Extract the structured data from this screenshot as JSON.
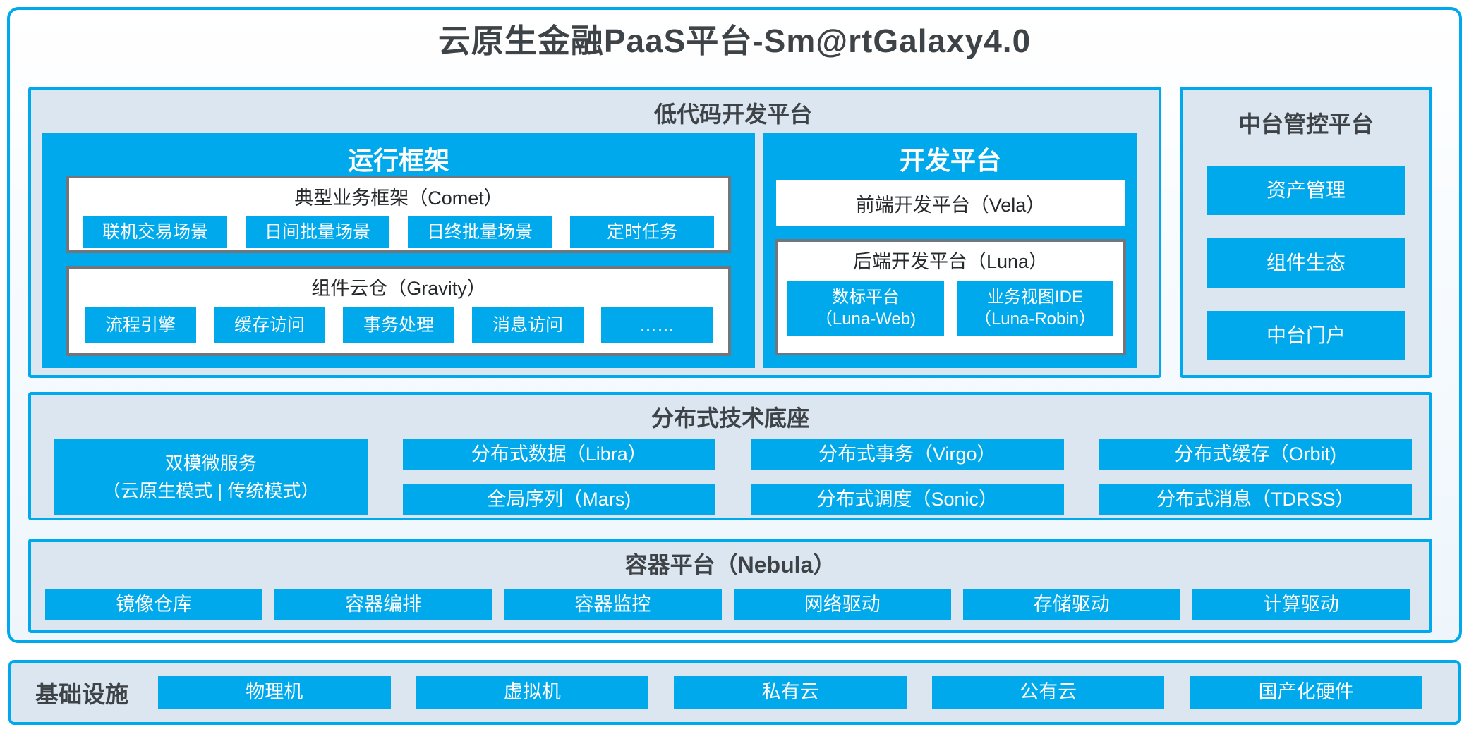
{
  "title": "云原生金融PaaS平台-Sm@rtGalaxy4.0",
  "colors": {
    "accent_blue": "#00A9EC",
    "panel_bg": "#DCE6F1",
    "gray_border": "#71767C",
    "dark_text": "#3E4347"
  },
  "lowcode": {
    "title": "低代码开发平台",
    "runtime": {
      "title": "运行框架",
      "comet": {
        "title": "典型业务框架（Comet）",
        "items": [
          "联机交易场景",
          "日间批量场景",
          "日终批量场景",
          "定时任务"
        ]
      },
      "gravity": {
        "title": "组件云仓（Gravity）",
        "items": [
          "流程引擎",
          "缓存访问",
          "事务处理",
          "消息访问",
          "……"
        ]
      }
    },
    "dev": {
      "title": "开发平台",
      "vela": "前端开发平台（Vela）",
      "luna": {
        "title": "后端开发平台（Luna）",
        "items": [
          {
            "line1": "数标平台",
            "line2": "（Luna-Web)"
          },
          {
            "line1": "业务视图IDE",
            "line2": "（Luna-Robin）"
          }
        ]
      }
    }
  },
  "midplatform": {
    "title": "中台管控平台",
    "items": [
      "资产管理",
      "组件生态",
      "中台门户"
    ]
  },
  "distributed": {
    "title": "分布式技术底座",
    "dual": {
      "line1": "双模微服务",
      "line2": "（云原生模式 | 传统模式）"
    },
    "columns": [
      [
        "分布式数据（Libra）",
        "全局序列（Mars)"
      ],
      [
        "分布式事务（Virgo）",
        "分布式调度（Sonic）"
      ],
      [
        "分布式缓存（Orbit)",
        "分布式消息（TDRSS）"
      ]
    ]
  },
  "container": {
    "title": "容器平台（Nebula）",
    "items": [
      "镜像仓库",
      "容器编排",
      "容器监控",
      "网络驱动",
      "存储驱动",
      "计算驱动"
    ]
  },
  "infra": {
    "title": "基础设施",
    "items": [
      "物理机",
      "虚拟机",
      "私有云",
      "公有云",
      "国产化硬件"
    ]
  }
}
